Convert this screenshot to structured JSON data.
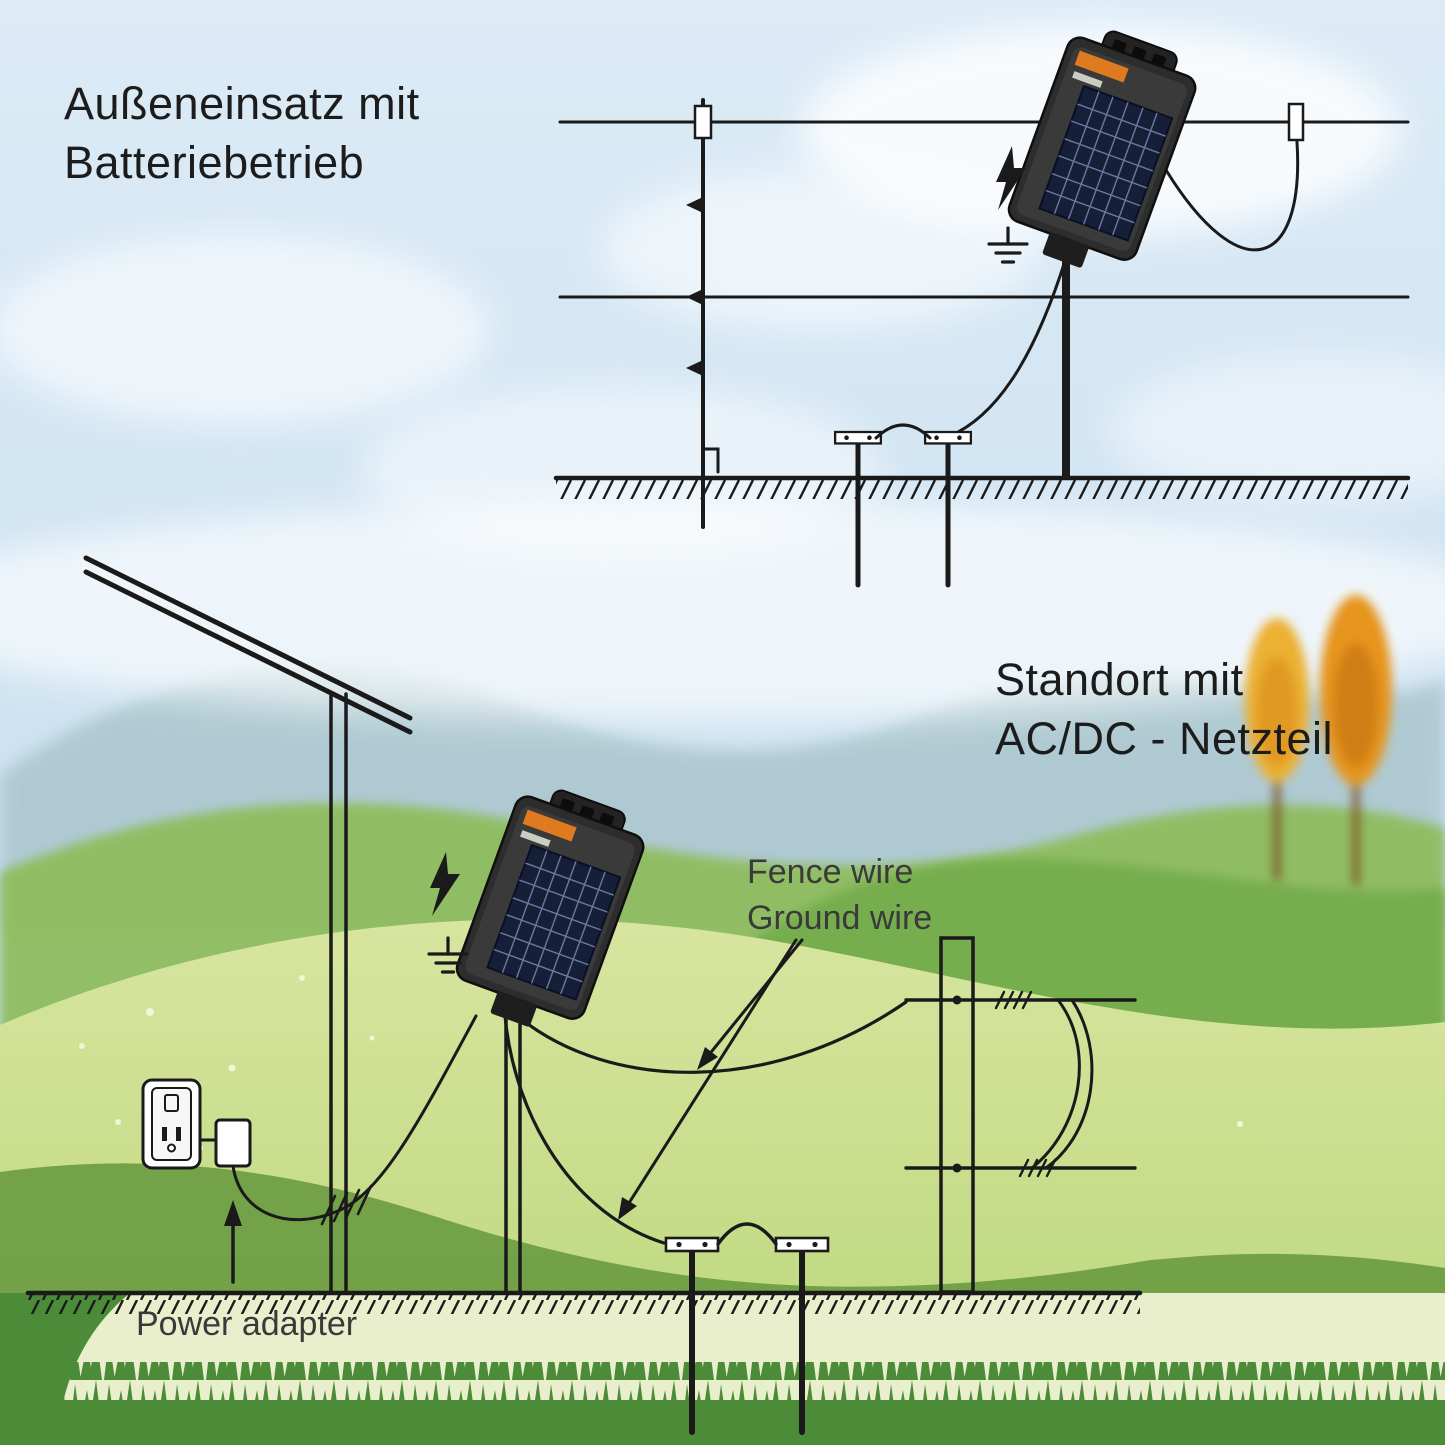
{
  "labels": {
    "battery_scenario_line1": "Außeneinsatz mit",
    "battery_scenario_line2": "Batteriebetrieb",
    "mains_scenario_line1": "Standort mit",
    "mains_scenario_line2": "AC/DC - Netzteil",
    "fence_wire": "Fence wire",
    "ground_wire": "Ground wire",
    "power_adapter": "Power adapter"
  },
  "icons": {
    "lightning": "high-voltage-bolt-icon",
    "ground": "earth-ground-symbol-icon",
    "outlet": "power-outlet-icon"
  },
  "colors": {
    "line": "#1a1a1a",
    "text": "#1c1c1c",
    "text-soft": "#3a3a3a",
    "accent-orange": "#e07a1f",
    "device-body": "#2d2d2d",
    "device-face": "#3a3a3a",
    "solar-panel": "#161f38",
    "panel-grid": "#6a7aa2",
    "sky": "#cde2f1",
    "hill-far": "#a8c4cb",
    "hill-mid": "#8fbd5e",
    "hill-right": "#76ad4e",
    "hill-light": "#cfe098",
    "hill-dark": "#6f9e45",
    "soil-pale": "#e9efcd",
    "grass-dark": "#4c8c38",
    "tree-orange": "#e6941f",
    "tree-yellow": "#ecb030"
  }
}
